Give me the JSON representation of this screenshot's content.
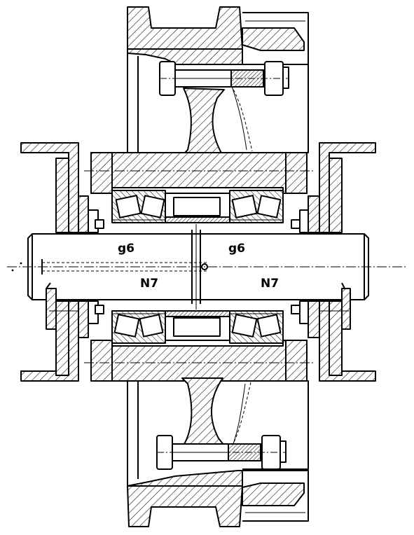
{
  "labels": {
    "shaft_fit_left": "g6",
    "shaft_fit_right": "g6",
    "housing_fit_left": "N7",
    "housing_fit_right": "N7"
  }
}
